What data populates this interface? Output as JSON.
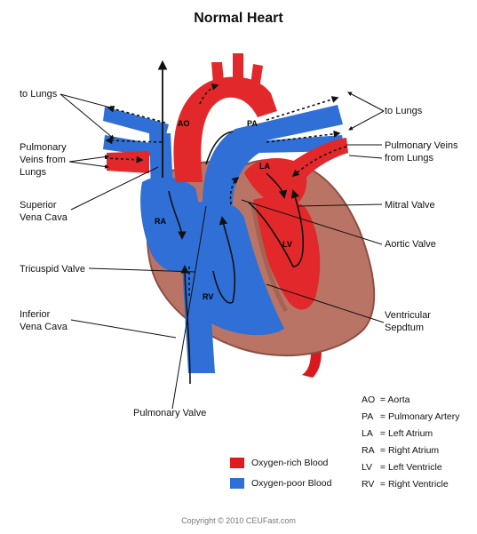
{
  "title": "Normal Heart",
  "labels": {
    "to_lungs_left": "to Lungs",
    "pulm_veins_left": [
      "Pulmonary",
      "Veins from",
      "Lungs"
    ],
    "svc": [
      "Superior",
      "Vena Cava"
    ],
    "tricuspid": "Tricuspid Valve",
    "ivc": [
      "Inferior",
      "Vena Cava"
    ],
    "pulm_valve": "Pulmonary Valve",
    "to_lungs_right": "to Lungs",
    "pulm_veins_right": [
      "Pulmonary Veins",
      "from Lungs"
    ],
    "mitral": "Mitral Valve",
    "aortic": "Aortic Valve",
    "septum": [
      "Ventricular",
      "Sepdtum"
    ]
  },
  "heart_labels": {
    "ao": "AO",
    "pa": "PA",
    "la": "LA",
    "ra": "RA",
    "lv": "LV",
    "rv": "RV"
  },
  "abbreviations": [
    {
      "key": "AO",
      "value": "= Aorta"
    },
    {
      "key": "PA",
      "value": "= Pulmonary Artery"
    },
    {
      "key": "LA",
      "value": "= Left Atrium"
    },
    {
      "key": "RA",
      "value": "= Right Atrium"
    },
    {
      "key": "LV",
      "value": "= Left Ventricle"
    },
    {
      "key": "RV",
      "value": "= Right Ventricle"
    }
  ],
  "legend": [
    {
      "label": "Oxygen-rich Blood",
      "color": "#e0191f"
    },
    {
      "label": "Oxygen-poor Blood",
      "color": "#2f6fd6"
    }
  ],
  "copyright": "Copyright © 2010 CEUFast.com"
}
